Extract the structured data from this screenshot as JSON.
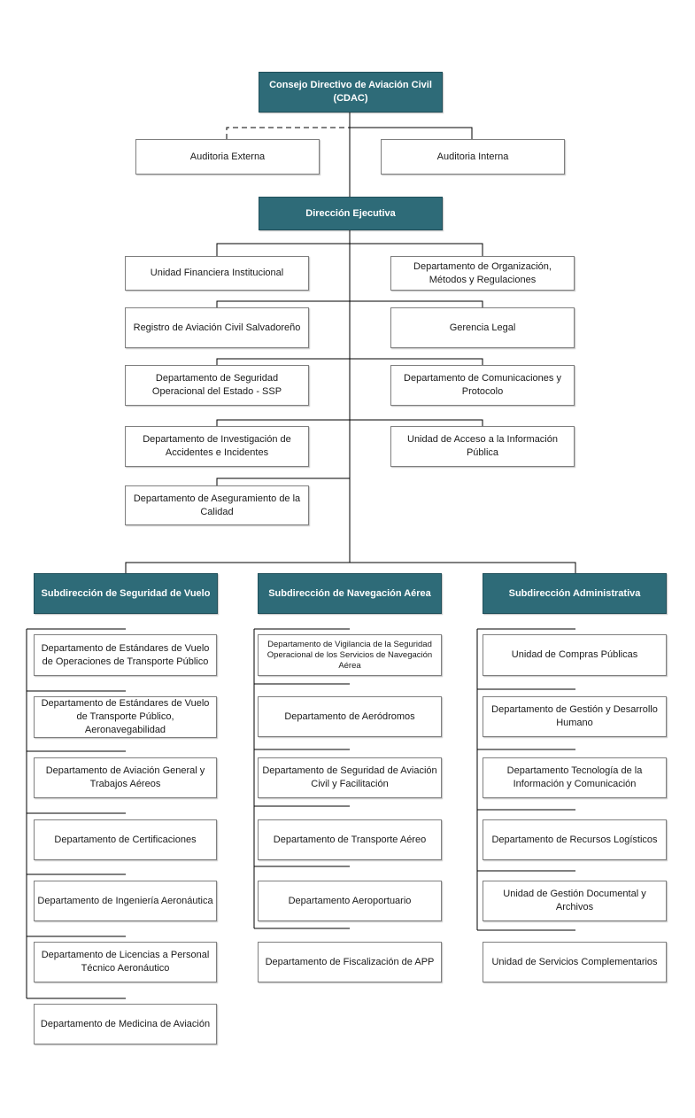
{
  "colors": {
    "header_fill": "#2e6b78",
    "header_text": "#ffffff",
    "box_border": "#7f7f7f",
    "line": "#000000"
  },
  "top": {
    "consejo": "Consejo Directivo de Aviación Civil (CDAC)",
    "auditoria_externa": "Auditoria Externa",
    "auditoria_interna": "Auditoria Interna",
    "direccion": "Dirección Ejecutiva"
  },
  "staff": {
    "left": [
      "Unidad Financiera Institucional",
      "Registro de Aviación Civil Salvadoreño",
      "Departamento de Seguridad Operacional del Estado - SSP",
      "Departamento de Investigación de Accidentes e Incidentes",
      "Departamento de Aseguramiento de la Calidad"
    ],
    "right": [
      "Departamento de Organización, Métodos y Regulaciones",
      "Gerencia Legal",
      "Departamento de Comunicaciones y Protocolo",
      "Unidad de Acceso a la Información Pública"
    ]
  },
  "subdirecciones": [
    {
      "title": "Subdirección de Seguridad de Vuelo",
      "units": [
        "Departamento de Estándares de Vuelo de Operaciones de Transporte Público",
        "Departamento de Estándares de Vuelo de Transporte Público, Aeronavegabilidad",
        "Departamento de Aviación General y Trabajos Aéreos",
        "Departamento de Certificaciones",
        "Departamento de Ingeniería Aeronáutica",
        "Departamento de Licencias a Personal Técnico Aeronáutico",
        "Departamento de Medicina de Aviación"
      ]
    },
    {
      "title": "Subdirección de Navegación Aérea",
      "units": [
        "Departamento de Vigilancia de la Seguridad Operacional de los Servicios de Navegación Aérea",
        "Departamento de Aeródromos",
        "Departamento de  Seguridad de Aviación Civil y Facilitación",
        "Departamento de Transporte Aéreo",
        "Departamento Aeroportuario",
        "Departamento de Fiscalización de APP"
      ]
    },
    {
      "title": "Subdirección Administrativa",
      "units": [
        "Unidad de Compras Públicas",
        "Departamento de Gestión y Desarrollo Humano",
        "Departamento Tecnología de la Información y Comunicación",
        "Departamento de Recursos Logísticos",
        "Unidad de Gestión Documental y Archivos",
        "Unidad de Servicios Complementarios"
      ]
    }
  ]
}
